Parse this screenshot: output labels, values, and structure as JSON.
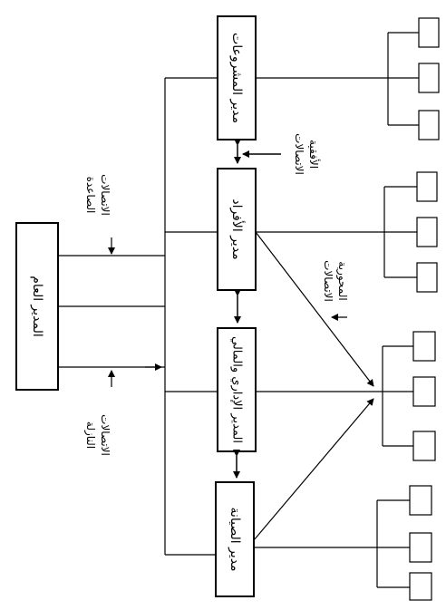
{
  "boxes": {
    "general_manager": "المدير العام",
    "projects_manager": "مدير المشروعات",
    "personnel_manager": "مدير الأفراد",
    "admin_finance_manager": "المدير الإداري والمالي",
    "maintenance_manager": "مدير الصيانة"
  },
  "labels": {
    "upward_1": "الاتصالات",
    "upward_2": "الصاعدة",
    "downward_1": "الاتصالات",
    "downward_2": "النازلة",
    "horizontal_1": "الاتصالات",
    "horizontal_2": "الأفقية",
    "diagonal_1": "الاتصالات",
    "diagonal_2": "المحورية"
  },
  "colors": {
    "ink": "#000000",
    "paper": "#ffffff"
  }
}
